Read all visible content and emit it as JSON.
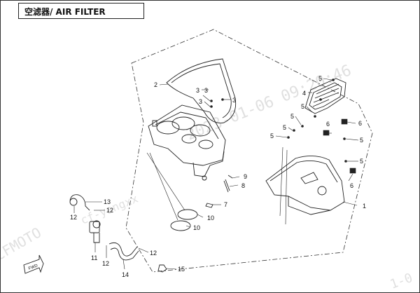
{
  "title": "空滤器/ AIR FILTER",
  "watermark": {
    "timestamp": "2023-01-06 09:20:46",
    "left_text": "CFMOTO",
    "user_text": "cf-yangxx",
    "corner_fragment": "1-0"
  },
  "fwd_label": "FWD",
  "callouts": {
    "c1": "1",
    "c2": "2",
    "c3a": "3",
    "c3b": "3",
    "c3c": "3",
    "c3d": "3",
    "c4": "4",
    "c5a": "5",
    "c5b": "5",
    "c5c": "5",
    "c5d": "5",
    "c5e": "5",
    "c5f": "5",
    "c5g": "5",
    "c6a": "6",
    "c6b": "6",
    "c6c": "6",
    "c7": "7",
    "c8": "8",
    "c9": "9",
    "c10a": "10",
    "c10b": "10",
    "c11": "11",
    "c12a": "12",
    "c12b": "12",
    "c12c": "12",
    "c12d": "12",
    "c13": "13",
    "c14": "14",
    "c15": "15"
  },
  "colors": {
    "line": "#222222",
    "ink": "#111111",
    "watermark": "#c8c8c8"
  }
}
